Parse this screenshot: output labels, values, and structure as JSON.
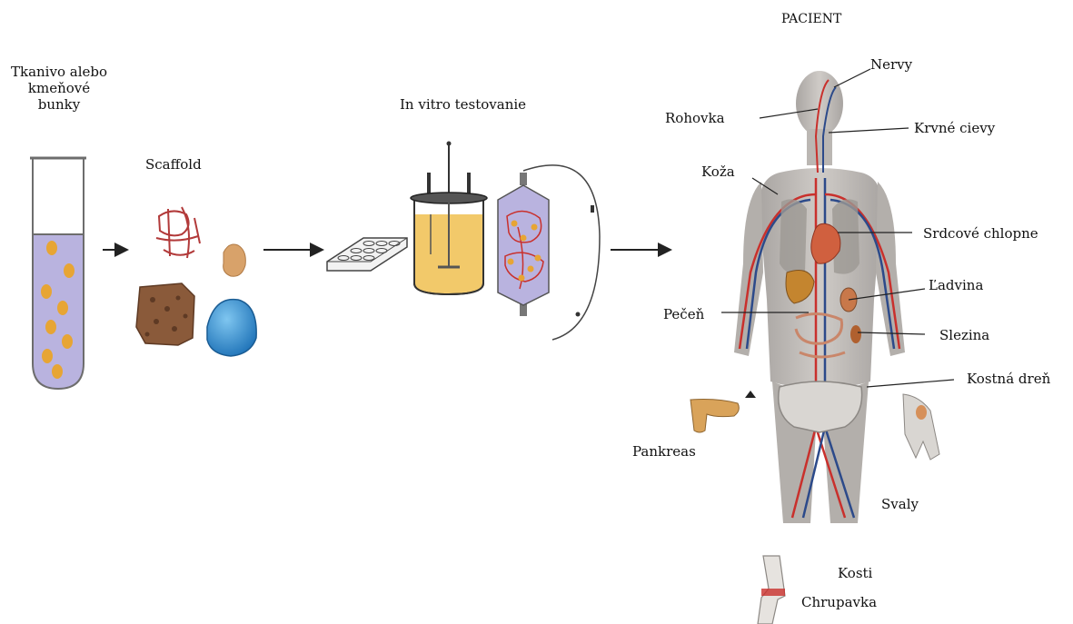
{
  "diagram": {
    "stages": {
      "source_line1": "Tkanivo alebo",
      "source_line2": "kmeňové",
      "source_line3": "bunky",
      "scaffold": "Scaffold",
      "in_vitro": "In vitro testovanie",
      "patient": "PACIENT"
    },
    "organs": {
      "nervy": "Nervy",
      "rohovka": "Rohovka",
      "krvne_cievy": "Krvné cievy",
      "koza": "Koža",
      "srdcove_chlopne": "Srdcové chlopne",
      "ladvina": "Ľadvina",
      "pecen": "Pečeň",
      "slezina": "Slezina",
      "kostna_dren": "Kostná dreň",
      "pankreas": "Pankreas",
      "svaly": "Svaly",
      "kosti": "Kosti",
      "chrupavka": "Chrupavka"
    },
    "colors": {
      "medium": "#b9b3df",
      "cells": "#e7a534",
      "bioreactor_fluid": "#f2c96a",
      "artery": "#c9302c",
      "vein": "#2c4a8a",
      "body": "#b8b4b0"
    }
  }
}
